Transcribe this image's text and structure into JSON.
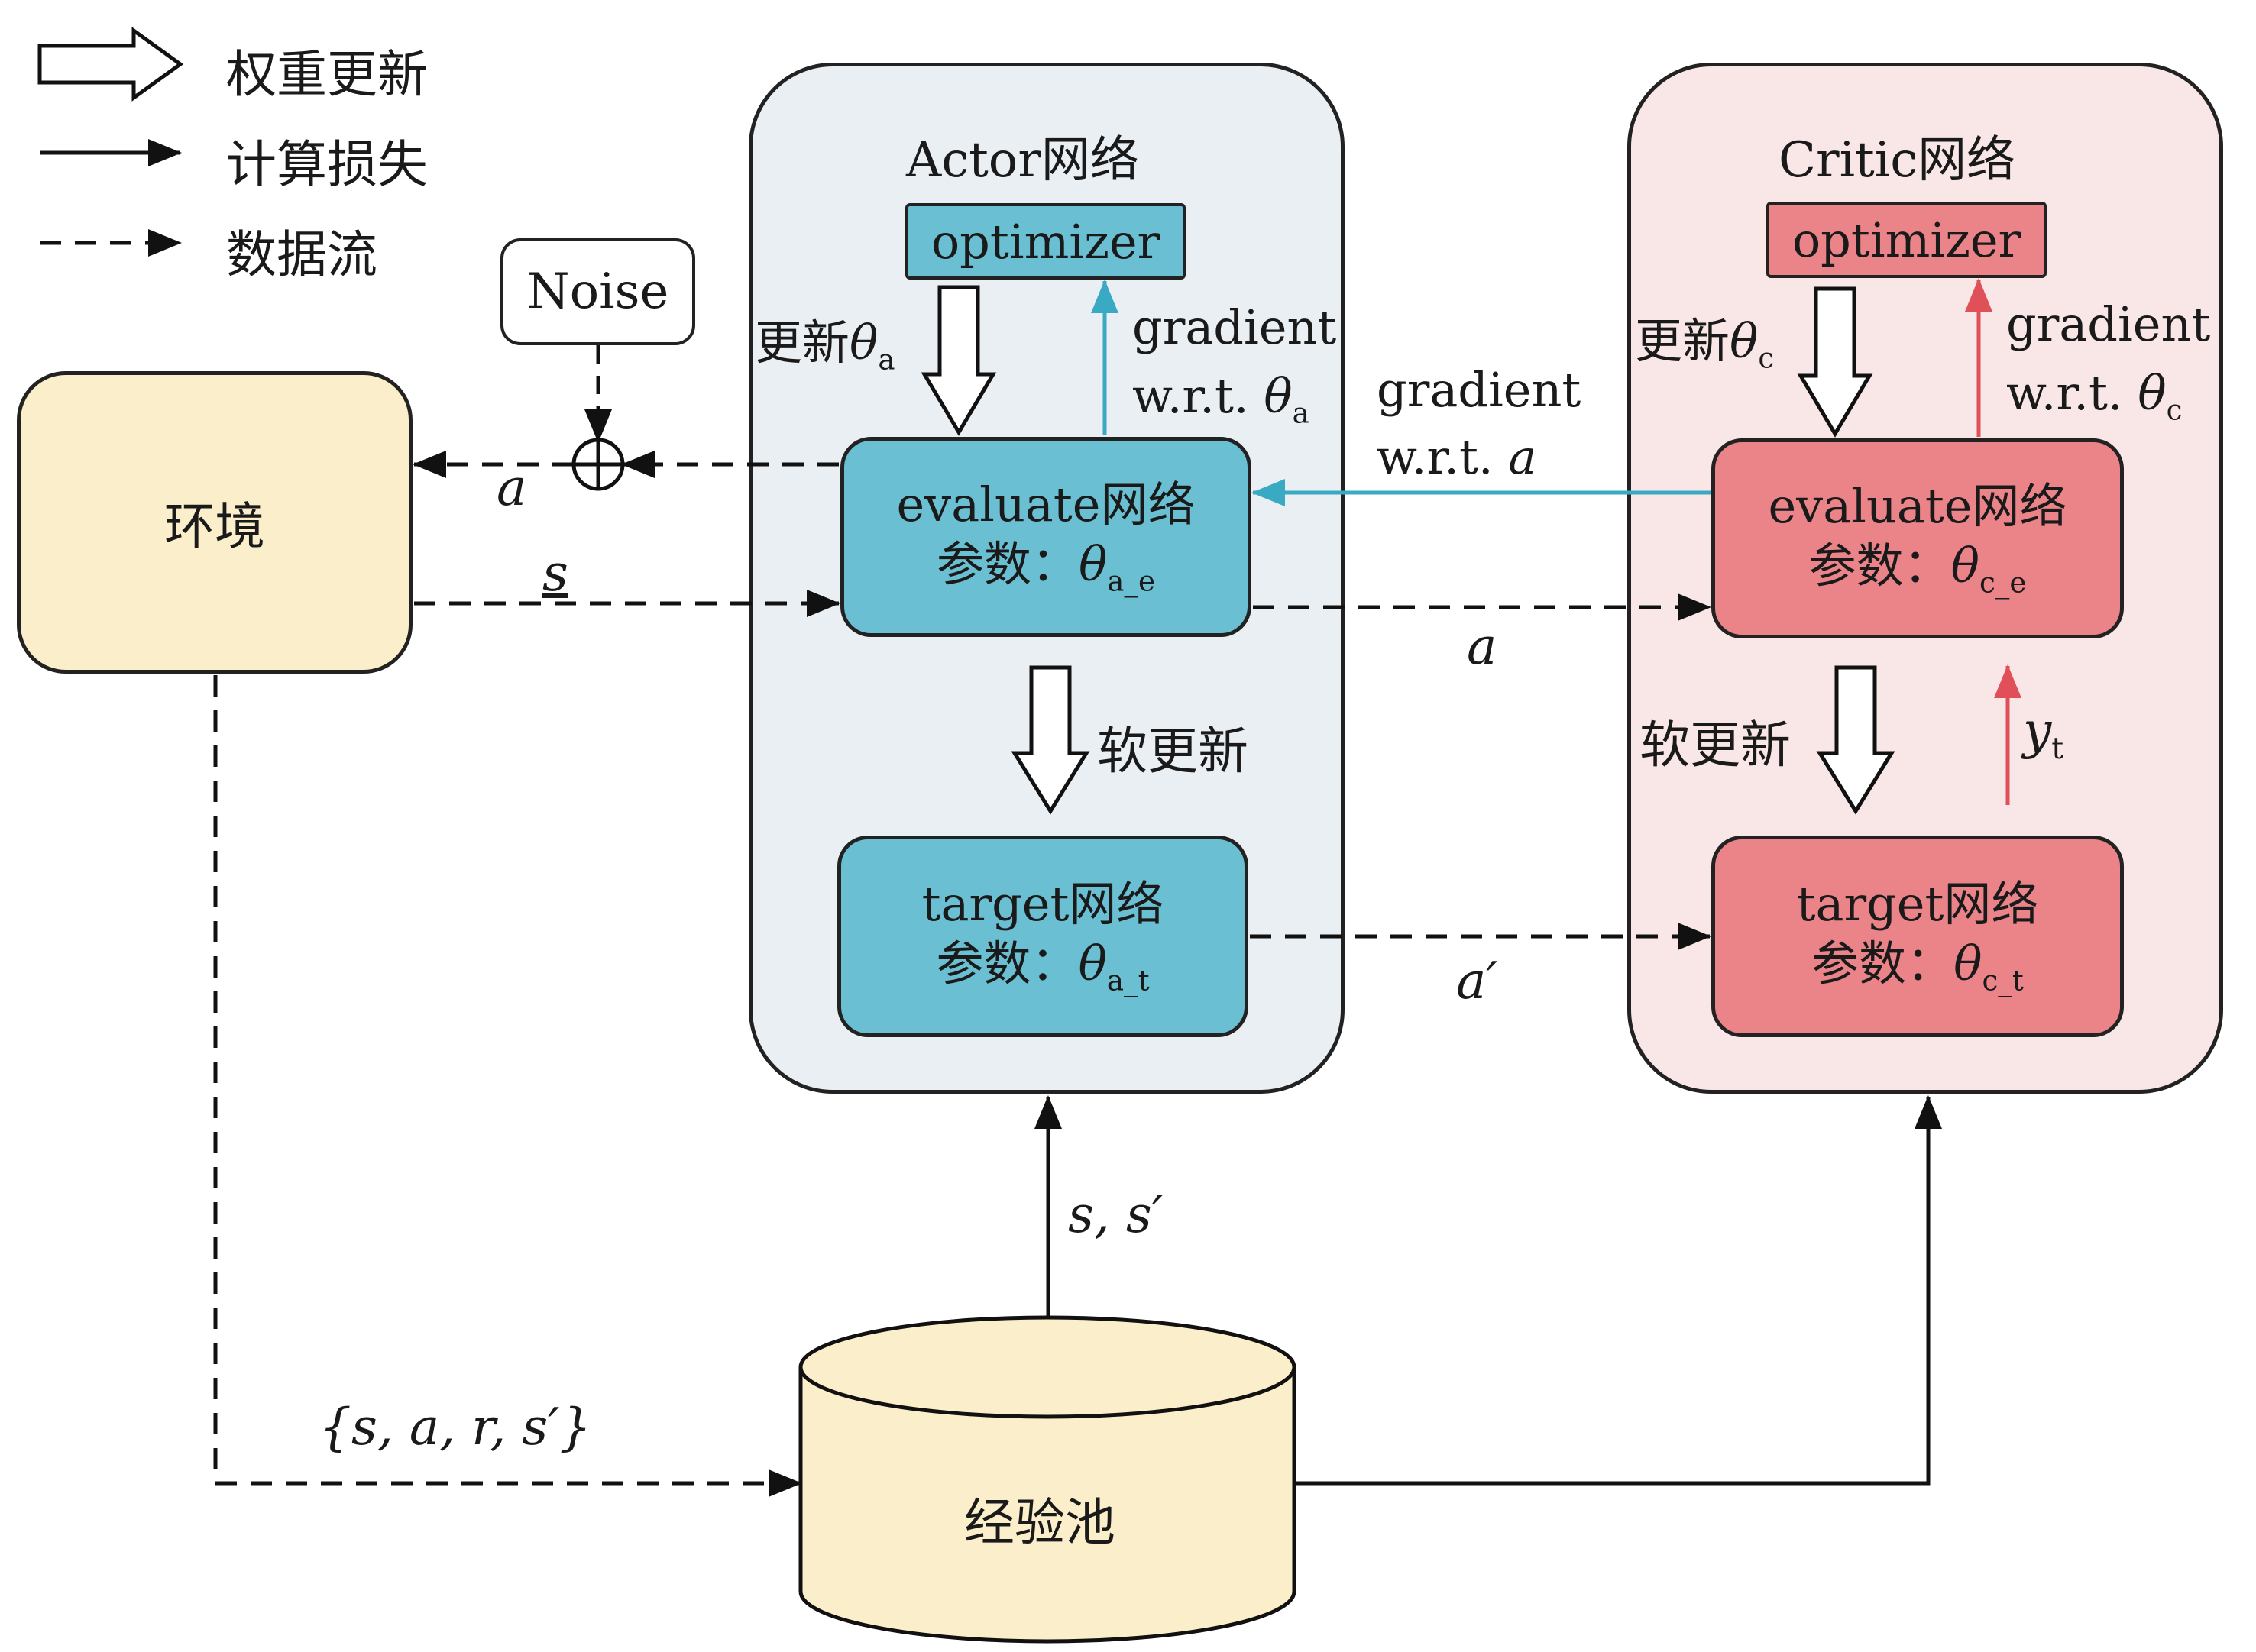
{
  "legend": {
    "weight_update": "权重更新",
    "compute_loss": "计算损失",
    "data_flow": "数据流"
  },
  "noise": "Noise",
  "environment": "环境",
  "replay_buffer": "经验池",
  "actor": {
    "title": "Actor网络",
    "optimizer": "optimizer",
    "update_label": "更新",
    "theta_symbol": "θ",
    "update_sub": "a",
    "gradient": "gradient",
    "wrt": "w.r.t.",
    "wrt_sub": "a",
    "soft_update": "软更新",
    "evaluate": {
      "name": "evaluate网络",
      "params": "参数：",
      "theta": "θ",
      "sub": "a_e"
    },
    "target": {
      "name": "target网络",
      "params": "参数：",
      "theta": "θ",
      "sub": "a_t"
    }
  },
  "critic": {
    "title": "Critic网络",
    "optimizer": "optimizer",
    "update_label": "更新",
    "theta_symbol": "θ",
    "update_sub": "c",
    "gradient": "gradient",
    "wrt": "w.r.t.",
    "wrt_sub": "c",
    "soft_update": "软更新",
    "evaluate": {
      "name": "evaluate网络",
      "params": "参数：",
      "theta": "θ",
      "sub": "c_e"
    },
    "target": {
      "name": "target网络",
      "params": "参数：",
      "theta": "θ",
      "sub": "c_t"
    }
  },
  "edge_labels": {
    "action_to_env": "a",
    "state_to_actor": "s",
    "action_to_critic": "a",
    "next_action": "a′",
    "states_to_actor": "s, s′",
    "transition": "{s, a, r, s′}",
    "gradient_wrt_a": "gradient",
    "gradient_wrt_a_line2": "w.r.t.",
    "gradient_wrt_a_var": "a",
    "y_t": "y",
    "y_t_sub": "t"
  },
  "colors": {
    "actor_fill": "#6ac0d2",
    "critic_fill": "#ea8489",
    "actor_gradient_arrow": "#3aa9c4",
    "critic_gradient_arrow": "#e05058",
    "env_fill": "#fbeecb",
    "actor_panel": "#eaeff3",
    "critic_panel": "#f9e6e6"
  }
}
